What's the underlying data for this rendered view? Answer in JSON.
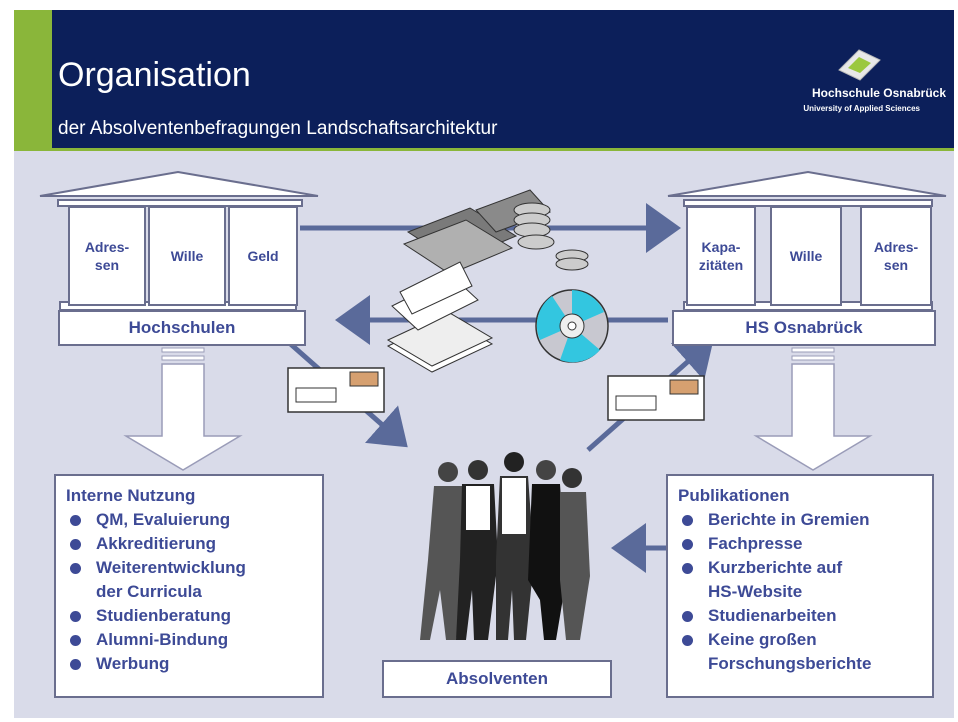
{
  "header": {
    "title": "Organisation",
    "subtitle": "der Absolventenbefragungen Landschaftsarchitektur",
    "logo_name": "Hochschule Osnabrück",
    "logo_sub": "University of Applied Sciences"
  },
  "left_building": {
    "columns": [
      "Adres-\nsen",
      "Wille",
      "Geld"
    ],
    "label": "Hochschulen"
  },
  "right_building": {
    "columns": [
      "Kapa-\nzitäten",
      "Wille",
      "Adres-\nsen"
    ],
    "label": "HS Osnabrück"
  },
  "center": {
    "label": "Absolventen"
  },
  "left_list": {
    "title": "Interne Nutzung",
    "items": [
      "QM, Evaluierung",
      "Akkreditierung",
      "Weiterentwicklung\nder Curricula",
      "Studienberatung",
      "Alumni-Bindung",
      "Werbung"
    ]
  },
  "right_list": {
    "title": "Publikationen",
    "items": [
      "Berichte in Gremien",
      "Fachpresse",
      "Kurzberichte auf\nHS-Website",
      "Studienarbeiten",
      "Keine großen\nForschungsberichte"
    ]
  },
  "icons": [
    "money-icon",
    "paper-stack-icon",
    "cd-icon",
    "envelope-icon",
    "people-icon"
  ],
  "colors": {
    "header_bg": "#0c1f5a",
    "accent": "#8ab63a",
    "slide_bg": "#d9dbe9",
    "text": "#3d4a96",
    "arrow": "#5a6a9a"
  }
}
